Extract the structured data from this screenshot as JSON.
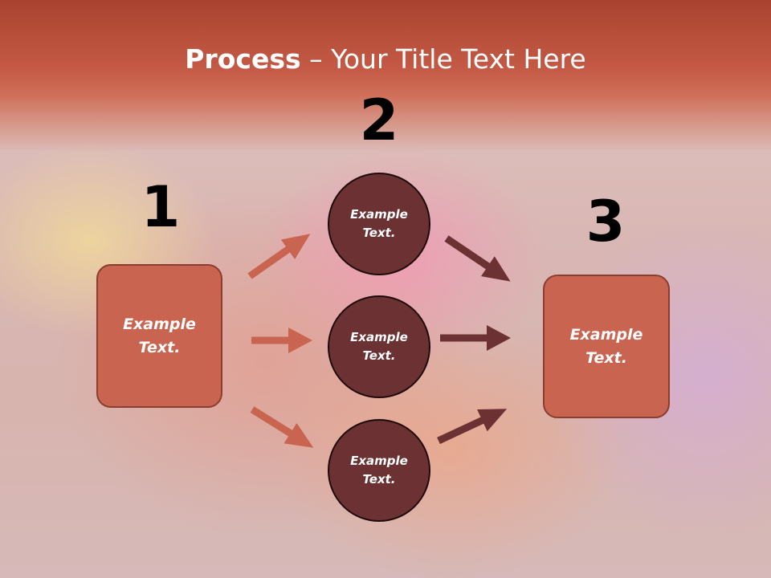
{
  "title": {
    "bold": "Process",
    "rest": " – Your Title Text Here"
  },
  "steps": {
    "one": {
      "number": "1",
      "text": "Example Text."
    },
    "two": {
      "number": "2",
      "circles": [
        {
          "text": "Example Text."
        },
        {
          "text": "Example Text."
        },
        {
          "text": "Example Text."
        }
      ]
    },
    "three": {
      "number": "3",
      "text": "Example Text."
    }
  },
  "colors": {
    "title_band": "#c45a45",
    "box_fill": "#c96450",
    "circle_fill": "#6b3133",
    "arrow_left": "#c96450",
    "arrow_right": "#6b3133",
    "number_text": "#000000"
  }
}
